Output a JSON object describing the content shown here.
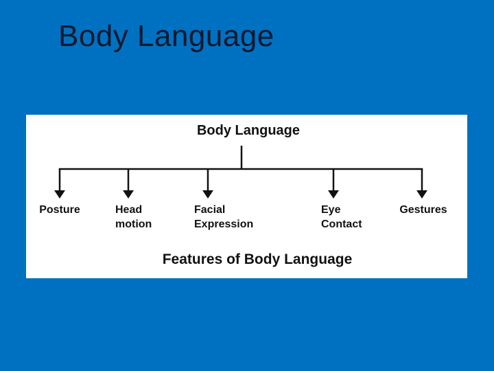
{
  "slide": {
    "title": "Body Language",
    "background_color": "#0071c1",
    "title_color": "#0d1930"
  },
  "diagram": {
    "panel_color": "#ffffff",
    "ink_color": "#111111",
    "root_label": "Body Language",
    "caption": "Features of Body Language",
    "nodes": [
      {
        "lines": [
          "Posture"
        ]
      },
      {
        "lines": [
          "Head",
          "motion"
        ]
      },
      {
        "lines": [
          "Facial",
          "Expression"
        ]
      },
      {
        "lines": [
          "Eye",
          "Contact"
        ]
      },
      {
        "lines": [
          "Gestures"
        ]
      }
    ]
  }
}
